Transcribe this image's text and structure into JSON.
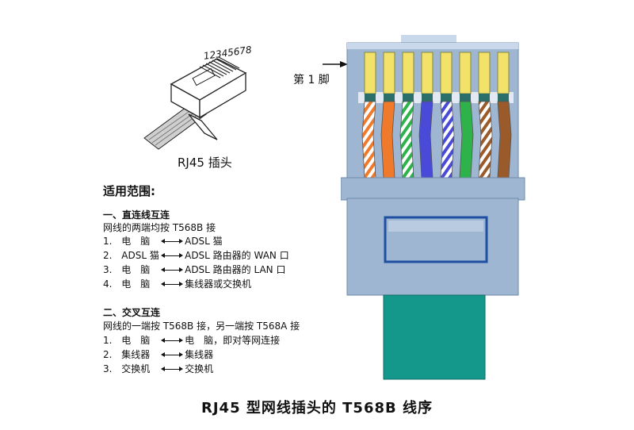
{
  "small_plug": {
    "pin_numbers": "12345678",
    "caption": "RJ45 插头"
  },
  "usage": {
    "title": "适用范围:",
    "straight": {
      "heading": "一、直连线互连",
      "note": "网线的两端均按 T568B 接",
      "rows": [
        {
          "num": "1.",
          "left": "电　脑",
          "right": "ADSL 猫"
        },
        {
          "num": "2.",
          "left": "ADSL 猫",
          "right": "ADSL 路由器的 WAN 口"
        },
        {
          "num": "3.",
          "left": "电　脑",
          "right": "ADSL 路由器的 LAN 口"
        },
        {
          "num": "4.",
          "left": "电　脑",
          "right": "集线器或交换机"
        }
      ]
    },
    "crossover": {
      "heading": "二、交叉互连",
      "note": "网线的一端按 T568B 接，另一端按 T568A 接",
      "rows": [
        {
          "num": "1.",
          "left": "电　脑",
          "right": "电　脑，即对等网连接"
        },
        {
          "num": "2.",
          "left": "集线器",
          "right": "集线器"
        },
        {
          "num": "3.",
          "left": "交换机",
          "right": "交换机"
        }
      ]
    }
  },
  "pin1_label": "第 1 脚",
  "wire_colors": [
    {
      "stripe": true,
      "base": "#ffffff",
      "color": "#f07a2c"
    },
    {
      "stripe": false,
      "base": "#f07a2c",
      "color": "#f07a2c"
    },
    {
      "stripe": true,
      "base": "#ffffff",
      "color": "#2db34a"
    },
    {
      "stripe": false,
      "base": "#4a4ad8",
      "color": "#4a4ad8"
    },
    {
      "stripe": true,
      "base": "#ffffff",
      "color": "#4a4ad8"
    },
    {
      "stripe": false,
      "base": "#2db34a",
      "color": "#2db34a"
    },
    {
      "stripe": true,
      "base": "#ffffff",
      "color": "#9a5a2a"
    },
    {
      "stripe": false,
      "base": "#9a5a2a",
      "color": "#9a5a2a"
    }
  ],
  "colors": {
    "plug_body": "#9fb6d3",
    "plug_light": "#c9d8ea",
    "contact": "#f3e26a",
    "cable": "#15988c"
  },
  "main_caption": "RJ45 型网线插头的 T568B 线序"
}
